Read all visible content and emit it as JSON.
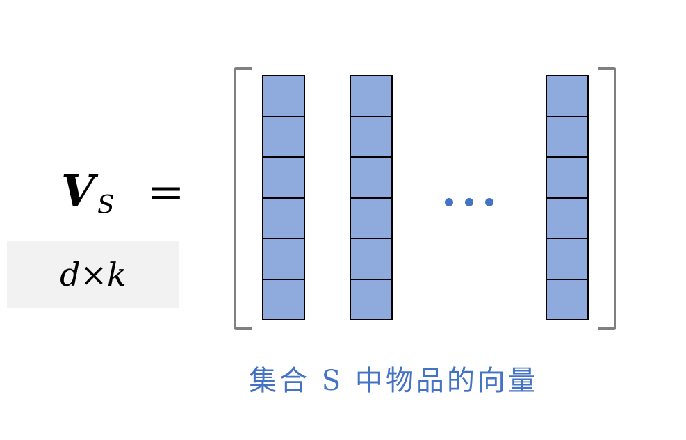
{
  "lhs": {
    "symbol": "V",
    "subscript": "S",
    "equals": "=",
    "dimension": "d×k"
  },
  "matrix": {
    "columns": 3,
    "cells_per_column": 6,
    "ellipsis": "···",
    "cell_color": "#8FAADC",
    "bracket_color": "#808080"
  },
  "caption": "集合 S 中物品的向量",
  "caption_color": "#4472C4"
}
